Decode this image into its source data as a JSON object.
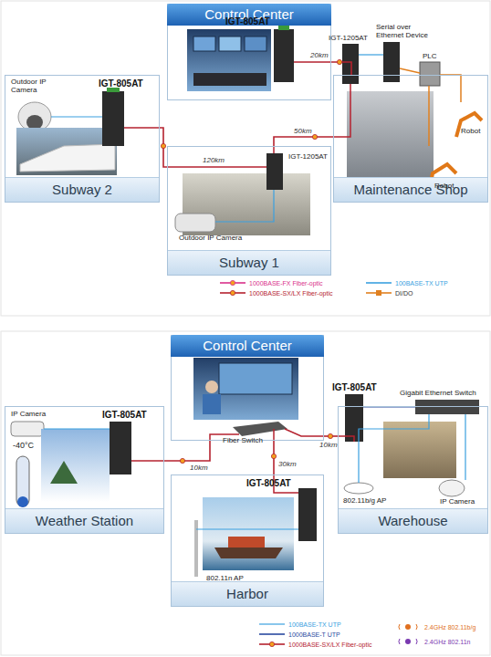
{
  "diagram": {
    "nodes": [
      {
        "text": [
          "Control Center"
        ]
      },
      {
        "text": [
          "Subway 2"
        ]
      },
      {
        "text": [
          "Maintenance Shop"
        ]
      },
      {
        "text": [
          "Subway 1"
        ]
      },
      {
        "text": [
          "Control Center"
        ]
      },
      {
        "text": [
          "Weather Station"
        ]
      },
      {
        "text": [
          "Warehouse"
        ]
      },
      {
        "text": [
          "Harbor"
        ]
      }
    ],
    "edges": [
      {
        "from": 0,
        "to": 2,
        "label": "20km",
        "arrow": "none"
      },
      {
        "from": 1,
        "to": 3,
        "label": "120km",
        "arrow": "none"
      },
      {
        "from": 3,
        "to": 2,
        "label": "50km",
        "arrow": "none"
      },
      {
        "from": 4,
        "to": 5,
        "label": "10km",
        "arrow": "none"
      },
      {
        "from": 4,
        "to": 6,
        "label": "10km",
        "arrow": "none"
      },
      {
        "from": 4,
        "to": 7,
        "label": "30km",
        "arrow": "none"
      }
    ],
    "labels": [
      "IGT-805AT",
      "IGT-1205AT",
      "Serial over Ethernet Device",
      "PLC",
      "Robot",
      "Robot",
      "Outdoor IP Camera",
      "IGT-805AT",
      "IGT-1205AT",
      "Outdoor IP Camera",
      "IGT-805AT",
      "Gigabit Ethernet Switch",
      "IP Camera",
      "IGT-805AT",
      "-40°C",
      "Fiber Switch",
      "802.11b/g AP",
      "IP Camera",
      "IGT-805AT",
      "802.11n AP"
    ],
    "legend": [
      {
        "text": "1000BASE-FX Fiber-optic"
      },
      {
        "text": "1000BASE-SX/LX Fiber-optic"
      },
      {
        "text": "100BASE-TX UTP"
      },
      {
        "text": "DI/DO"
      },
      {
        "text": "100BASE-TX UTP"
      },
      {
        "text": "1000BASE-T UTP"
      },
      {
        "text": "1000BASE-SX/LX Fiber-optic"
      },
      {
        "text": "2.4GHz 802.11b/g"
      },
      {
        "text": "2.4GHz 802.11n"
      }
    ]
  }
}
